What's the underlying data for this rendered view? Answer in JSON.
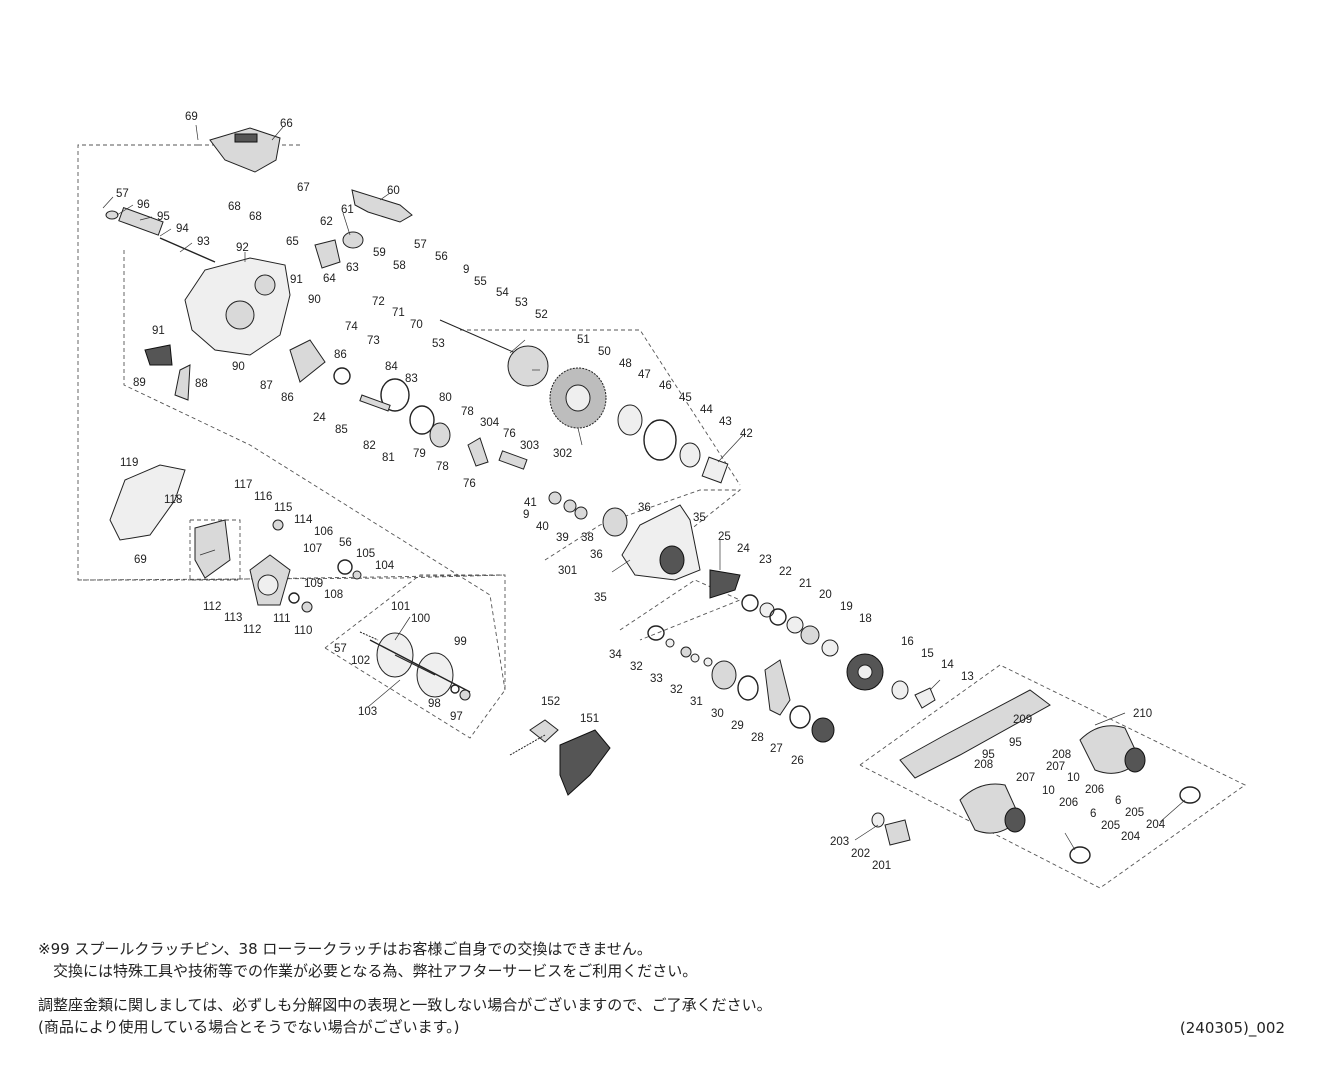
{
  "diagram": {
    "labels": [
      {
        "text": "69"
      },
      {
        "text": "66"
      },
      {
        "text": "67"
      },
      {
        "text": "68"
      },
      {
        "text": "68"
      },
      {
        "text": "57"
      },
      {
        "text": "96"
      },
      {
        "text": "95"
      },
      {
        "text": "94"
      },
      {
        "text": "93"
      },
      {
        "text": "92"
      },
      {
        "text": "91"
      },
      {
        "text": "90"
      },
      {
        "text": "91"
      },
      {
        "text": "90"
      },
      {
        "text": "89"
      },
      {
        "text": "88"
      },
      {
        "text": "60"
      },
      {
        "text": "61"
      },
      {
        "text": "62"
      },
      {
        "text": "65"
      },
      {
        "text": "63"
      },
      {
        "text": "64"
      },
      {
        "text": "59"
      },
      {
        "text": "58"
      },
      {
        "text": "57"
      },
      {
        "text": "56"
      },
      {
        "text": "9"
      },
      {
        "text": "55"
      },
      {
        "text": "54"
      },
      {
        "text": "53"
      },
      {
        "text": "52"
      },
      {
        "text": "53"
      },
      {
        "text": "72"
      },
      {
        "text": "71"
      },
      {
        "text": "70"
      },
      {
        "text": "74"
      },
      {
        "text": "73"
      },
      {
        "text": "86"
      },
      {
        "text": "87"
      },
      {
        "text": "86"
      },
      {
        "text": "84"
      },
      {
        "text": "83"
      },
      {
        "text": "24"
      },
      {
        "text": "85"
      },
      {
        "text": "82"
      },
      {
        "text": "81"
      },
      {
        "text": "80"
      },
      {
        "text": "79"
      },
      {
        "text": "78"
      },
      {
        "text": "304"
      },
      {
        "text": "76"
      },
      {
        "text": "78"
      },
      {
        "text": "303"
      },
      {
        "text": "76"
      },
      {
        "text": "51"
      },
      {
        "text": "50"
      },
      {
        "text": "48"
      },
      {
        "text": "47"
      },
      {
        "text": "46"
      },
      {
        "text": "45"
      },
      {
        "text": "44"
      },
      {
        "text": "43"
      },
      {
        "text": "42"
      },
      {
        "text": "302"
      },
      {
        "text": "119"
      },
      {
        "text": "118"
      },
      {
        "text": "69"
      },
      {
        "text": "117"
      },
      {
        "text": "116"
      },
      {
        "text": "115"
      },
      {
        "text": "114"
      },
      {
        "text": "106"
      },
      {
        "text": "107"
      },
      {
        "text": "56"
      },
      {
        "text": "105"
      },
      {
        "text": "104"
      },
      {
        "text": "109"
      },
      {
        "text": "108"
      },
      {
        "text": "112"
      },
      {
        "text": "113"
      },
      {
        "text": "112"
      },
      {
        "text": "111"
      },
      {
        "text": "110"
      },
      {
        "text": "101"
      },
      {
        "text": "100"
      },
      {
        "text": "57"
      },
      {
        "text": "102"
      },
      {
        "text": "99"
      },
      {
        "text": "98"
      },
      {
        "text": "97"
      },
      {
        "text": "103"
      },
      {
        "text": "41"
      },
      {
        "text": "9"
      },
      {
        "text": "40"
      },
      {
        "text": "39"
      },
      {
        "text": "38"
      },
      {
        "text": "36"
      },
      {
        "text": "36"
      },
      {
        "text": "35"
      },
      {
        "text": "301"
      },
      {
        "text": "35"
      },
      {
        "text": "25"
      },
      {
        "text": "24"
      },
      {
        "text": "23"
      },
      {
        "text": "22"
      },
      {
        "text": "21"
      },
      {
        "text": "20"
      },
      {
        "text": "19"
      },
      {
        "text": "18"
      },
      {
        "text": "16"
      },
      {
        "text": "15"
      },
      {
        "text": "14"
      },
      {
        "text": "13"
      },
      {
        "text": "34"
      },
      {
        "text": "32"
      },
      {
        "text": "33"
      },
      {
        "text": "32"
      },
      {
        "text": "31"
      },
      {
        "text": "30"
      },
      {
        "text": "29"
      },
      {
        "text": "28"
      },
      {
        "text": "27"
      },
      {
        "text": "26"
      },
      {
        "text": "152"
      },
      {
        "text": "151"
      },
      {
        "text": "210"
      },
      {
        "text": "209"
      },
      {
        "text": "95"
      },
      {
        "text": "208"
      },
      {
        "text": "207"
      },
      {
        "text": "10"
      },
      {
        "text": "206"
      },
      {
        "text": "6"
      },
      {
        "text": "205"
      },
      {
        "text": "204"
      },
      {
        "text": "95"
      },
      {
        "text": "208"
      },
      {
        "text": "207"
      },
      {
        "text": "10"
      },
      {
        "text": "206"
      },
      {
        "text": "6"
      },
      {
        "text": "205"
      },
      {
        "text": "204"
      },
      {
        "text": "203"
      },
      {
        "text": "202"
      },
      {
        "text": "201"
      }
    ]
  },
  "notes": {
    "line1": "※99 スプールクラッチピン、38 ローラークラッチはお客様ご自身での交換はできません。",
    "line2": "　交換には特殊工具や技術等での作業が必要となる為、弊社アフターサービスをご利用ください。",
    "line3": "調整座金類に関しましては、必ずしも分解図中の表現と一致しない場合がございますので、ご了承ください。",
    "line4": "(商品により使用している場合とそうでない場合がございます。)"
  },
  "doc_id": "(240305)_002"
}
